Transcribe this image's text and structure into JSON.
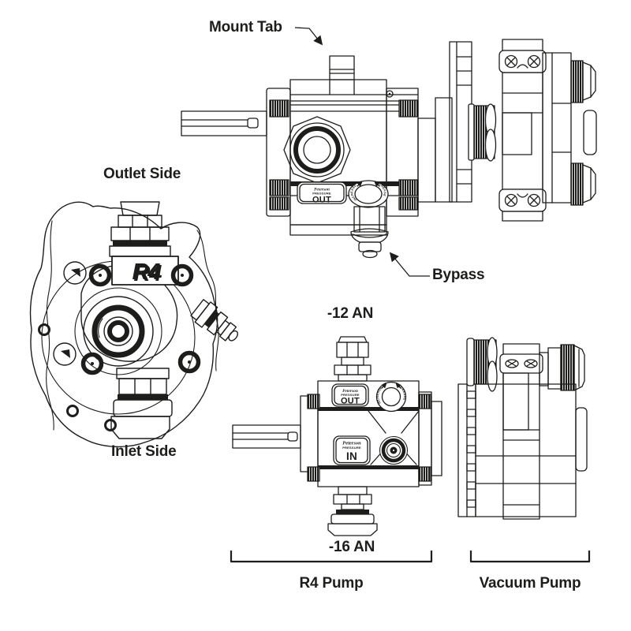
{
  "callouts": {
    "mount_tab": "Mount Tab",
    "bypass": "Bypass"
  },
  "view_labels": {
    "outlet_side": "Outlet Side",
    "inlet_side": "Inlet Side"
  },
  "fitting_labels": {
    "outlet": "-12 AN",
    "inlet": "-16 AN"
  },
  "component_labels": {
    "r4_pump": "R4 Pump",
    "vacuum_pump": "Vacuum Pump"
  },
  "pump_markings": {
    "brand": "Peterson",
    "pressure_word": "PRESSURE",
    "out": "OUT",
    "in": "IN",
    "logo": "R4",
    "increase": "INCREASE",
    "decrease": "DECREASE"
  },
  "colors": {
    "line": "#1d1d1b",
    "background": "#ffffff"
  }
}
